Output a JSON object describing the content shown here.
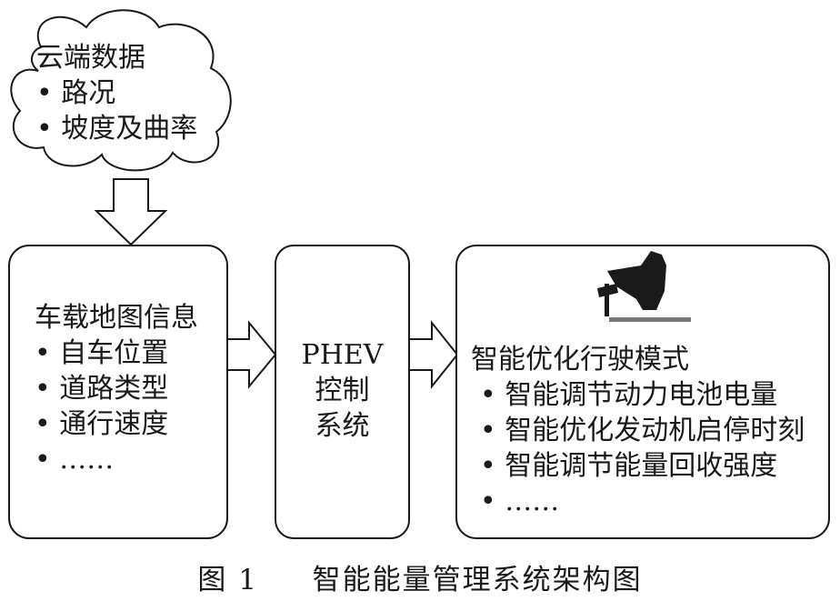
{
  "cloud": {
    "title": "云端数据",
    "items": [
      "路况",
      "坡度及曲率"
    ]
  },
  "map_box": {
    "title": "车载地图信息",
    "items": [
      "自车位置",
      "道路类型",
      "通行速度",
      "……"
    ]
  },
  "control_box": {
    "lines": [
      "PHEV",
      "控制",
      "系统"
    ]
  },
  "mode_box": {
    "title": "智能优化行驶模式",
    "items": [
      "智能调节动力电池电量",
      "智能优化发动机启停时刻",
      "智能调节能量回收强度",
      "……"
    ],
    "icon": "pedal-icon"
  },
  "caption": {
    "number": "图 1",
    "text": "智能能量管理系统架构图"
  },
  "colors": {
    "stroke": "#1a1a1a",
    "fill": "#ffffff"
  }
}
